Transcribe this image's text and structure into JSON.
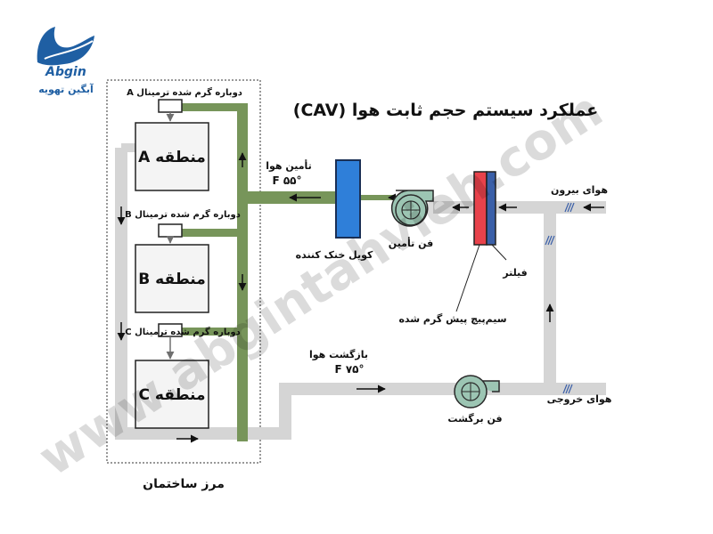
{
  "logo": {
    "brand": "Abgin",
    "subtitle": "آبگین تهویه"
  },
  "title": "عملکرد سیستم حجم ثابت هوا (CAV)",
  "watermark": "www.abgintahvieh.com",
  "building_boundary_label": "مرز ساختمان",
  "zones": [
    {
      "label": "منطقه A",
      "reheat_label": "دوباره گرم شده ترمینال A"
    },
    {
      "label": "منطقه B",
      "reheat_label": "دوباره گرم شده ترمینال B"
    },
    {
      "label": "منطقه C",
      "reheat_label": "دوباره گرم شده ترمینال C"
    }
  ],
  "supply_air": {
    "label": "تأمین هوا",
    "temp": "۵۵° F"
  },
  "return_air": {
    "label": "بازگشت هوا",
    "temp": "۷۵° F"
  },
  "components": {
    "cooling_coil": "کویل خنک کننده",
    "supply_fan": "فن تأمین",
    "filter": "فیلتر",
    "preheat_coil": "سیم‌پیچ پیش گرم شده",
    "return_fan": "فن برگشت"
  },
  "outside_air": "هوای بیرون",
  "exhaust_air": "هوای خروجی",
  "colors": {
    "supply_duct": "#77955a",
    "return_duct": "#d5d5d5",
    "cooling_coil": "#2f7fd9",
    "preheat_coil": "#e8424b",
    "filter": "#3a5fa8",
    "fan": "#9cc5b3",
    "zone_fill": "#f4f4f4"
  }
}
